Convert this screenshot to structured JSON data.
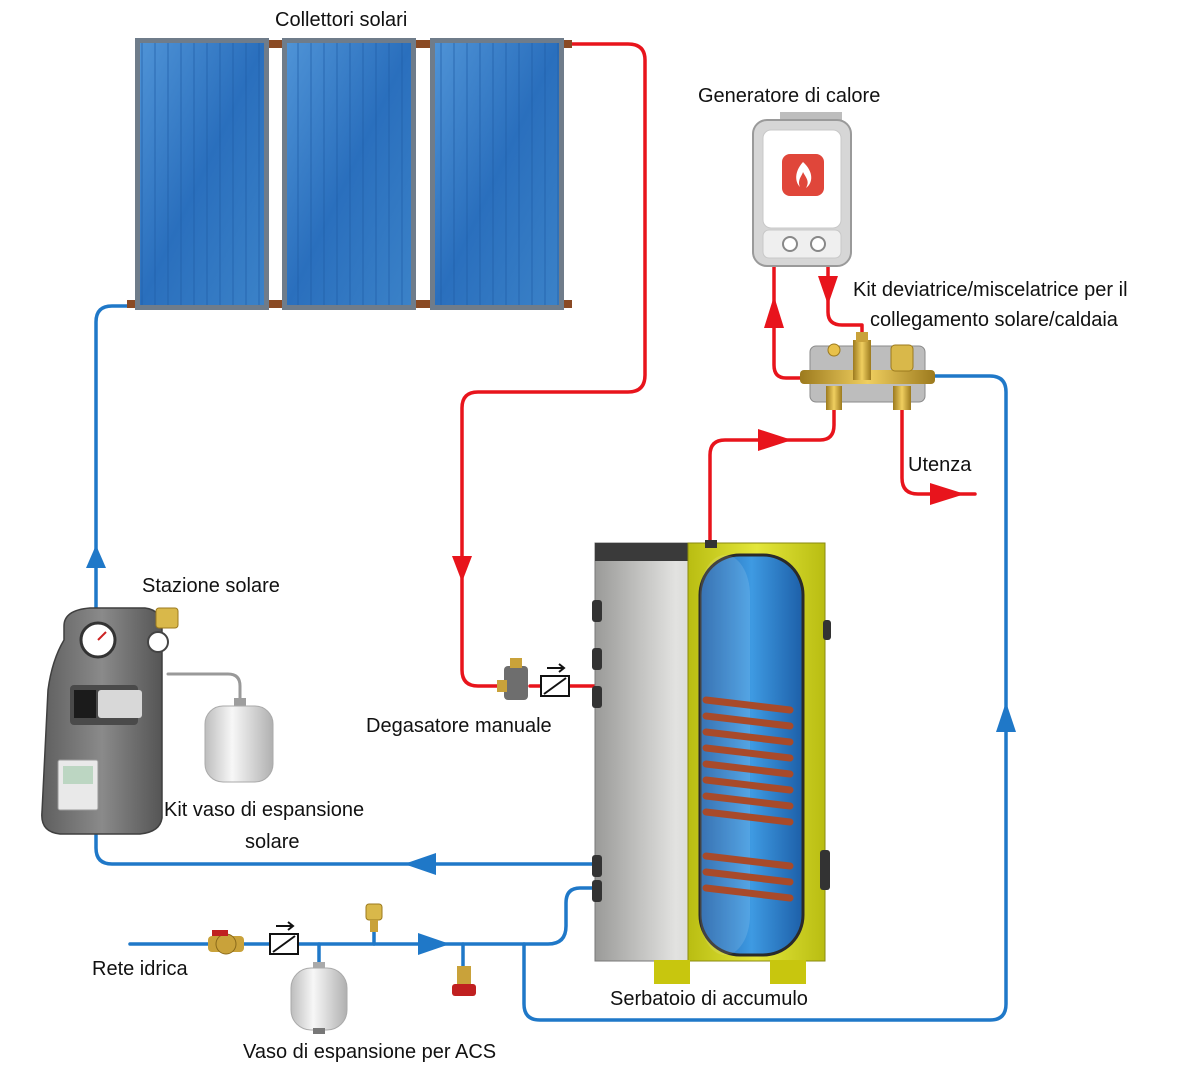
{
  "labels": {
    "collectors": "Collettori solari",
    "generator": "Generatore di calore",
    "kit_line1": "Kit deviatrice/miscelatrice per il",
    "kit_line2": "collegamento solare/caldaia",
    "utenza": "Utenza",
    "solar_station": "Stazione solare",
    "degasser": "Degasatore manuale",
    "exp_kit_line1": "Kit vaso di espansione",
    "exp_kit_line2": "solare",
    "water_mains": "Rete idrica",
    "tank": "Serbatoio di accumulo",
    "acs_vessel": "Vaso di espansione per ACS"
  },
  "colors": {
    "hot_pipe": "#e8141c",
    "cold_pipe": "#1f78c8",
    "collector_frame": "#6f7c8a",
    "collector_glass": "#2f78c4",
    "tank_jacket": "#d9dc2a",
    "tank_body": "#c9c9c7",
    "coil": "#a84a2a",
    "water": "#2d86d6",
    "brass": "#c9a23a",
    "flame_badge": "#e0463a"
  },
  "icons": {
    "collectors": "solar-panel-icon",
    "generator": "boiler-icon",
    "flame": "flame-icon",
    "valve_kit": "mixing-valve-icon",
    "solar_station": "pump-station-icon",
    "gauge": "pressure-gauge-icon",
    "expansion_vessel": "expansion-vessel-icon",
    "check_valve": "check-valve-icon",
    "ball_valve": "ball-valve-icon",
    "safety_valve": "safety-valve-icon",
    "tank": "storage-tank-icon"
  }
}
